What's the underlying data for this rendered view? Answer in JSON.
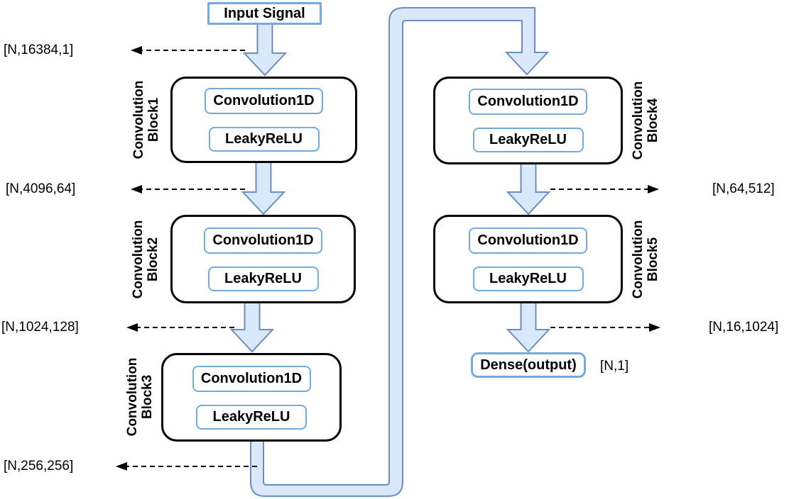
{
  "diagram": {
    "input_label": "Input Signal",
    "blocks": [
      {
        "label_lines": [
          "Convolution",
          "Block1"
        ],
        "layers": [
          "Convolution1D",
          "LeakyReLU"
        ]
      },
      {
        "label_lines": [
          "Convolution",
          "Block2"
        ],
        "layers": [
          "Convolution1D",
          "LeakyReLU"
        ]
      },
      {
        "label_lines": [
          "Convolution",
          "Block3"
        ],
        "layers": [
          "Convolution1D",
          "LeakyReLU"
        ]
      },
      {
        "label_lines": [
          "Convolution",
          "Block4"
        ],
        "layers": [
          "Convolution1D",
          "LeakyReLU"
        ]
      },
      {
        "label_lines": [
          "Convolution",
          "Block5"
        ],
        "layers": [
          "Convolution1D",
          "LeakyReLU"
        ]
      }
    ],
    "output_label": "Dense(output)",
    "annotations": {
      "left": [
        "[N,16384,1]",
        "[N,4096,64]",
        "[N,1024,128]",
        "[N,256,256]"
      ],
      "right": [
        "[N,64,512]",
        "[N,16,1024]"
      ],
      "output": "[N,1]"
    },
    "colors": {
      "connector_fill": "#dae8fc",
      "connector_stroke": "#6c8ebf",
      "layer_box_border": "#74abdf",
      "block_border": "#000000",
      "dashed_arrow": "#000000",
      "text": "#000000",
      "background": "#ffffff"
    }
  }
}
